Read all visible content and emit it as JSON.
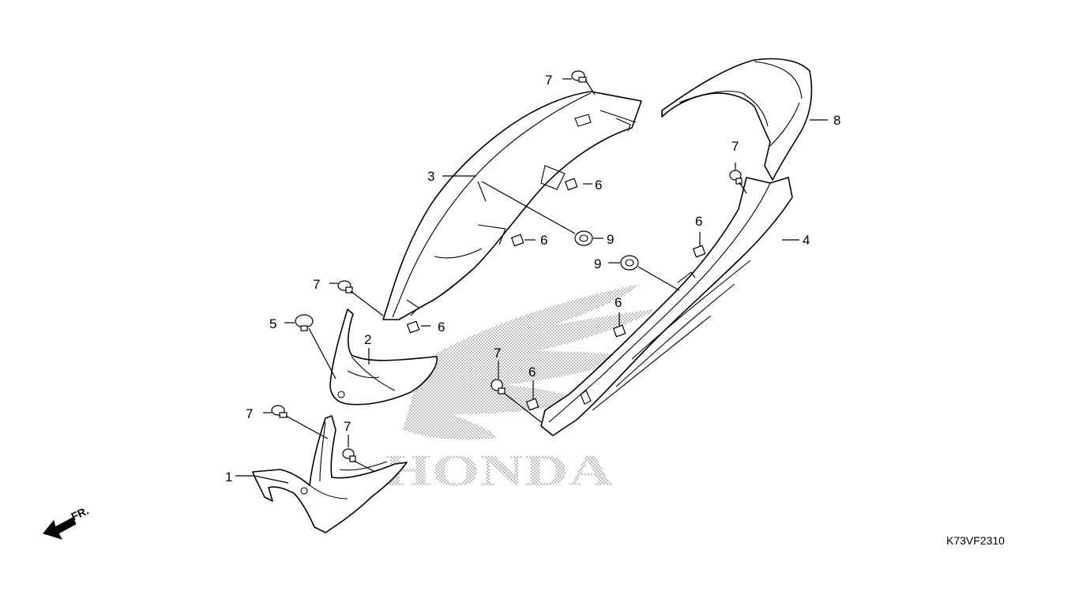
{
  "diagram": {
    "reference_code": "K73VF2310",
    "watermark_text": "HONDA",
    "direction_label": "FR.",
    "callouts": {
      "c1": "1",
      "c2": "2",
      "c3": "3",
      "c4": "4",
      "c5": "5",
      "c6a": "6",
      "c6b": "6",
      "c6c": "6",
      "c6d": "6",
      "c6e": "6",
      "c6f": "6",
      "c7a": "7",
      "c7b": "7",
      "c7c": "7",
      "c7d": "7",
      "c7e": "7",
      "c7f": "7",
      "c8": "8",
      "c9a": "9",
      "c9b": "9"
    }
  }
}
